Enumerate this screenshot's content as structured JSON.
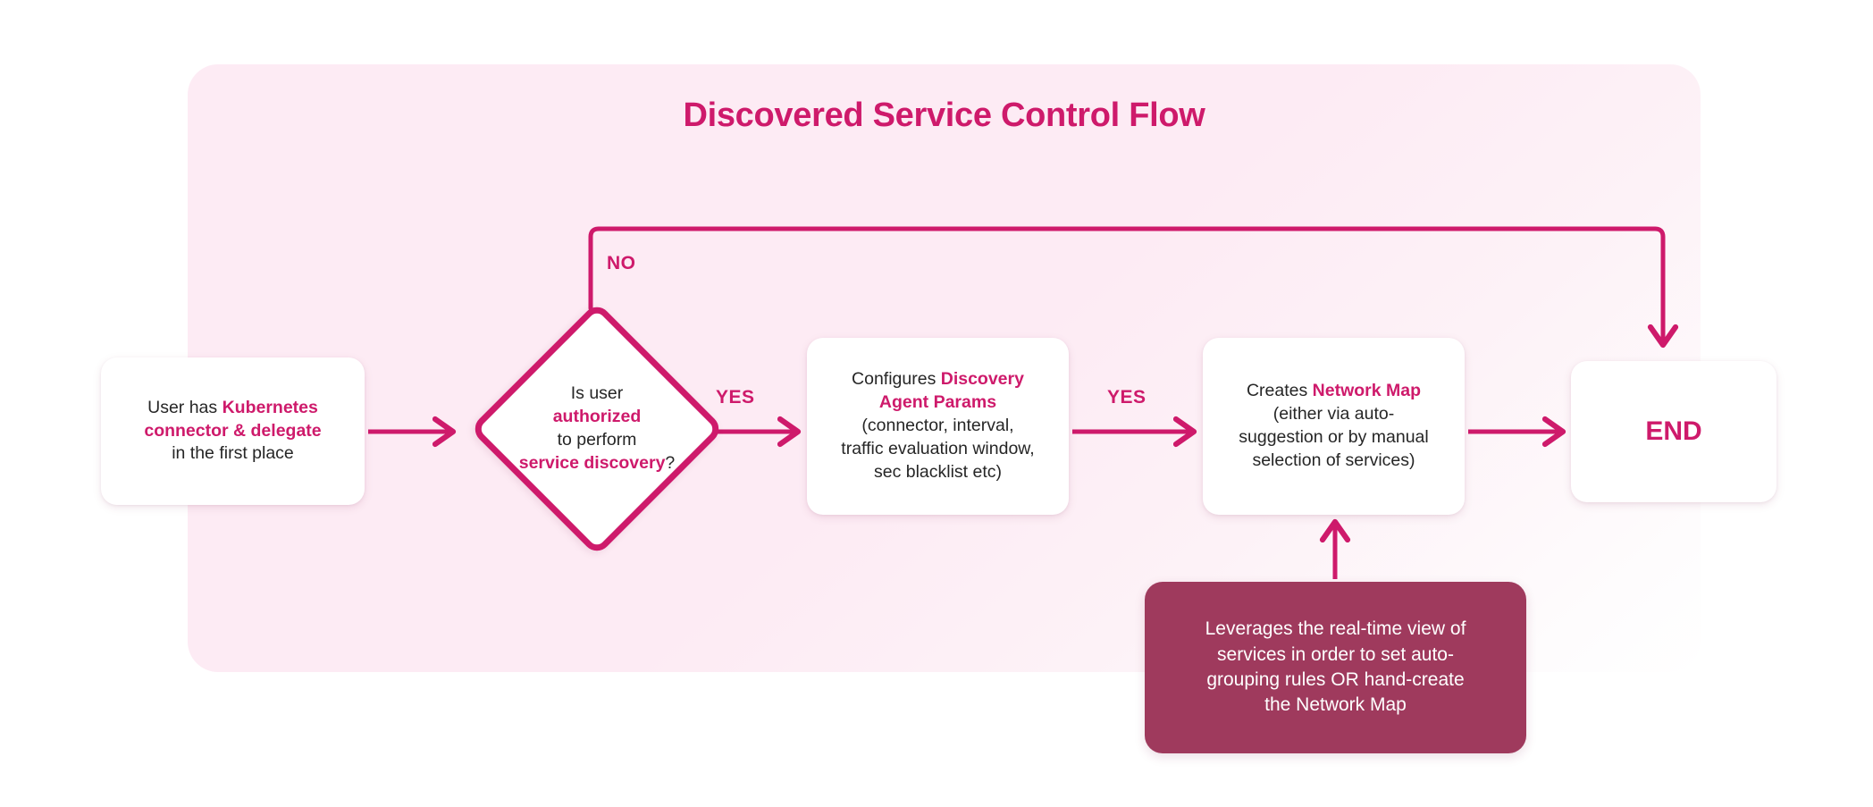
{
  "diagram": {
    "title": "Discovered Service Control Flow",
    "accent_color": "#CE1A6B",
    "panel_color": "#FDEBF4",
    "note_color": "#9F3A5D",
    "text_color": "#262626",
    "nodes": {
      "start": {
        "shape": "rounded-rect",
        "line1_plain": "User has ",
        "line1_accent": "Kubernetes",
        "line2_accent": "connector & delegate",
        "line3_plain": "in the first place"
      },
      "decision": {
        "shape": "diamond",
        "line1_plain": "Is user",
        "line2_accent": "authorized",
        "line3_plain": "to perform",
        "line4_accent": "service discovery",
        "line4_tail": "?"
      },
      "config": {
        "shape": "rounded-rect",
        "line1_plain": "Configures ",
        "line1_accent": "Discovery",
        "line2_accent": "Agent Params",
        "line3_plain": "(connector, interval,",
        "line4_plain": "traffic evaluation window,",
        "line5_plain": "sec blacklist etc)"
      },
      "netmap": {
        "shape": "rounded-rect",
        "line1_plain": "Creates ",
        "line1_accent": "Network Map",
        "line2_plain": "(either via auto-",
        "line3_plain": "suggestion or by manual",
        "line4_plain": "selection of services)"
      },
      "end": {
        "shape": "rounded-rect",
        "label": "END"
      },
      "note": {
        "shape": "rounded-rect",
        "line1": "Leverages the real-time view of",
        "line2": "services in order to set auto-",
        "line3": "grouping rules OR hand-create",
        "line4": "the Network Map"
      }
    },
    "edges": {
      "no_label": "NO",
      "yes_label_1": "YES",
      "yes_label_2": "YES"
    }
  }
}
